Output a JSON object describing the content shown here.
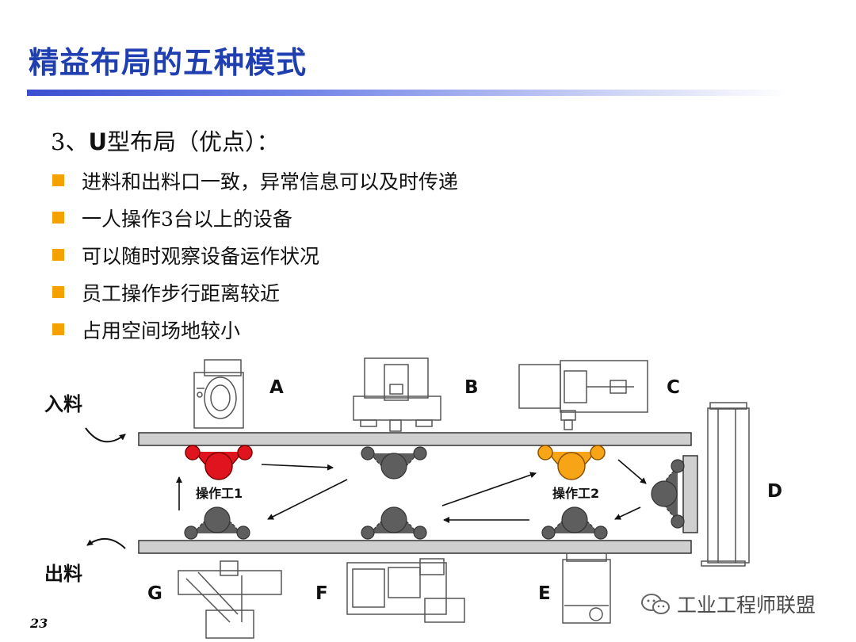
{
  "slide": {
    "title": "精益布局的五种模式",
    "subtitle_prefix": "3、",
    "subtitle_u": "U",
    "subtitle_rest": "型布局（优点）：",
    "bullets": [
      "进料和出料口一致，异常信息可以及时传递",
      "一人操作3台以上的设备",
      "可以随时观察设备运作状况",
      "员工操作步行距离较近",
      "占用空间场地较小"
    ],
    "page_number": "23",
    "watermark": "工业工程师联盟"
  },
  "diagram": {
    "input_label": "入料",
    "output_label": "出料",
    "machines": {
      "a": "A",
      "b": "B",
      "c": "C",
      "d": "D",
      "e": "E",
      "f": "F",
      "g": "G"
    },
    "operator1": "操作工1",
    "operator2": "操作工2",
    "colors": {
      "operator1": "#e0141e",
      "operator2": "#f7a416",
      "position": "#5e5e5e",
      "conveyor": "#cfcfcf"
    }
  }
}
